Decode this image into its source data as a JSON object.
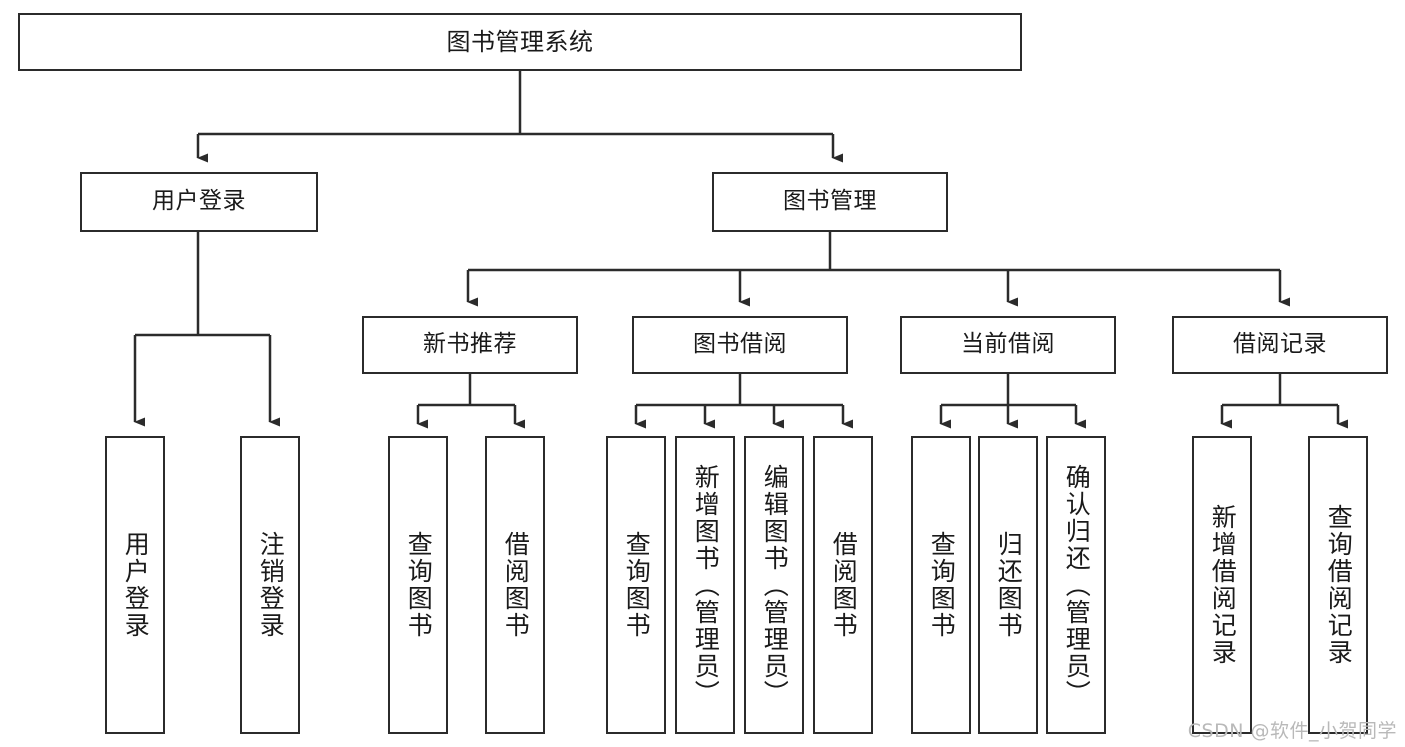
{
  "diagram": {
    "type": "tree-hierarchy-chart",
    "title": "图书管理系统",
    "orientation": "top-down",
    "colors": {
      "stroke": "#2b2b2b",
      "fill": "#ffffff",
      "text": "#1a1a1a",
      "watermark": "#b9b9b9"
    }
  },
  "nodes": {
    "root": {
      "label": "图书管理系统",
      "level": 1
    },
    "level2": [
      {
        "id": "user-login",
        "label": "用户登录"
      },
      {
        "id": "book-manage",
        "label": "图书管理"
      }
    ],
    "level3": [
      {
        "id": "new-book-recommend",
        "label": "新书推荐"
      },
      {
        "id": "book-borrow",
        "label": "图书借阅"
      },
      {
        "id": "current-borrow",
        "label": "当前借阅"
      },
      {
        "id": "borrow-record",
        "label": "借阅记录"
      }
    ],
    "leaves": {
      "user-login": [
        {
          "id": "leaf-user-login",
          "label": "用户登录"
        },
        {
          "id": "leaf-user-logout",
          "label": "注销登录"
        }
      ],
      "new-book-recommend": [
        {
          "id": "leaf-query-book-1",
          "label": "查询图书"
        },
        {
          "id": "leaf-borrow-book-1",
          "label": "借阅图书"
        }
      ],
      "book-borrow": [
        {
          "id": "leaf-query-book-2",
          "label": "查询图书"
        },
        {
          "id": "leaf-add-book",
          "label": "新增图书（管理员）"
        },
        {
          "id": "leaf-edit-book",
          "label": "编辑图书（管理员）"
        },
        {
          "id": "leaf-borrow-book-2",
          "label": "借阅图书"
        }
      ],
      "current-borrow": [
        {
          "id": "leaf-query-book-3",
          "label": "查询图书"
        },
        {
          "id": "leaf-return-book",
          "label": "归还图书"
        },
        {
          "id": "leaf-confirm-return",
          "label": "确认归还（管理员）"
        }
      ],
      "borrow-record": [
        {
          "id": "leaf-add-record",
          "label": "新增借阅记录"
        },
        {
          "id": "leaf-query-record",
          "label": "查询借阅记录"
        }
      ]
    }
  },
  "watermark": {
    "text": "CSDN @软件_小贺同学"
  }
}
